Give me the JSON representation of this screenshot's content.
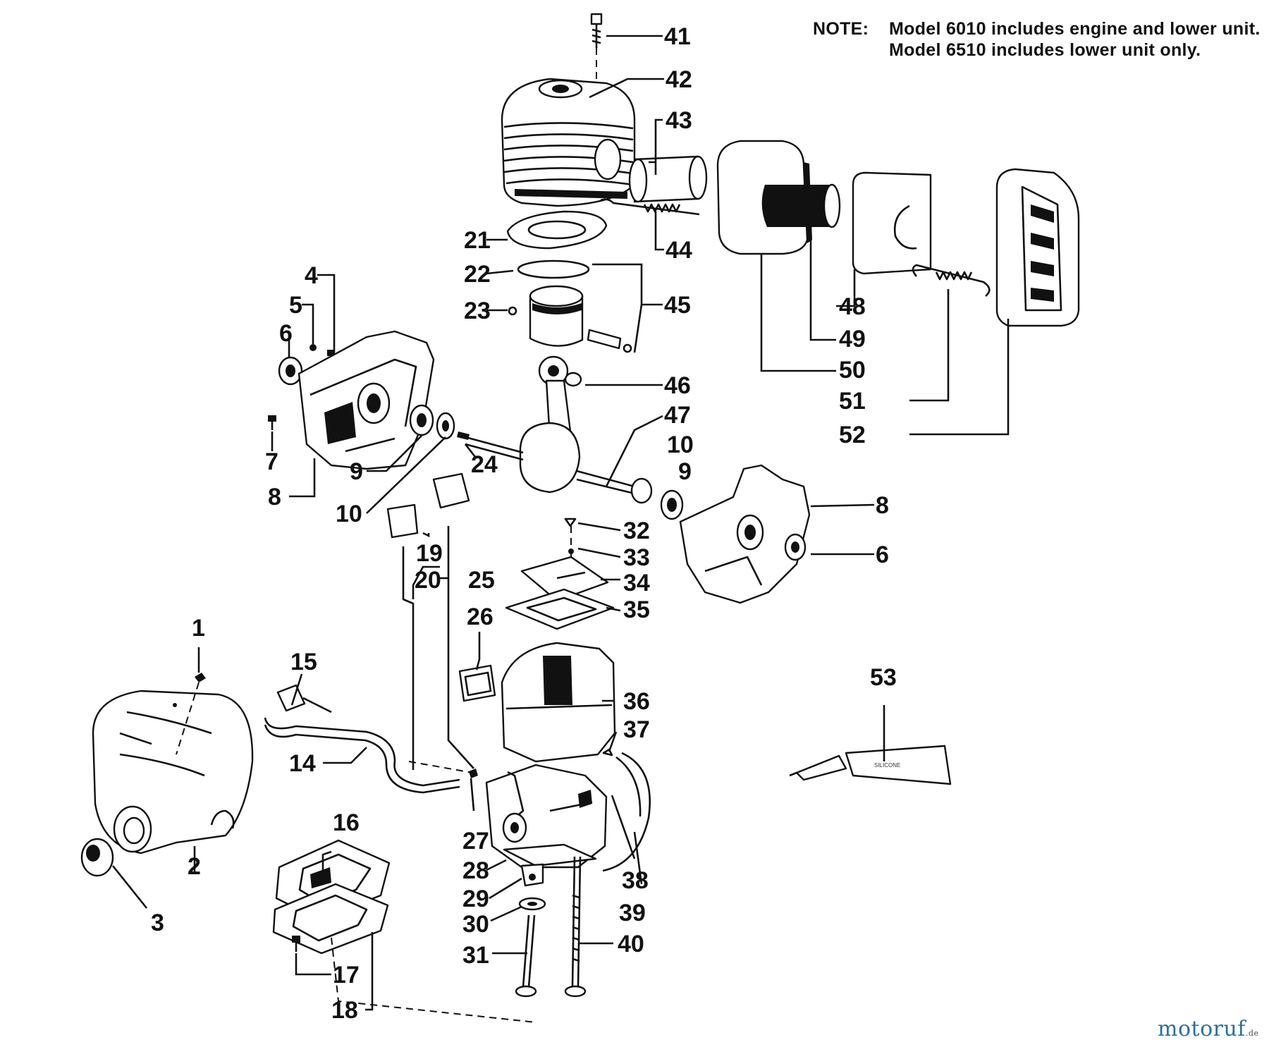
{
  "note": {
    "heading": "NOTE:",
    "line1": "Model 6010 includes engine and lower unit.",
    "line2": "Model 6510 includes lower unit only."
  },
  "watermark": {
    "name": "motoruf",
    "tld": ".de"
  },
  "callouts": {
    "c1": "1",
    "c2": "2",
    "c3": "3",
    "c4": "4",
    "c5": "5",
    "c6": "6",
    "c6b": "6",
    "c7": "7",
    "c8": "8",
    "c8b": "8",
    "c9": "9",
    "c9b": "9",
    "c10": "10",
    "c10b": "10",
    "c14": "14",
    "c15": "15",
    "c16": "16",
    "c17": "17",
    "c18": "18",
    "c19": "19",
    "c20": "20",
    "c21": "21",
    "c22": "22",
    "c23": "23",
    "c24": "24",
    "c25": "25",
    "c26": "26",
    "c27": "27",
    "c28": "28",
    "c29": "29",
    "c30": "30",
    "c31": "31",
    "c32": "32",
    "c33": "33",
    "c34": "34",
    "c35": "35",
    "c36": "36",
    "c37": "37",
    "c38": "38",
    "c39": "39",
    "c40": "40",
    "c41": "41",
    "c42": "42",
    "c43": "43",
    "c44": "44",
    "c45": "45",
    "c46": "46",
    "c47": "47",
    "c48": "48",
    "c49": "49",
    "c50": "50",
    "c51": "51",
    "c52": "52",
    "c53": "53"
  },
  "tube_label": "SILICONE"
}
